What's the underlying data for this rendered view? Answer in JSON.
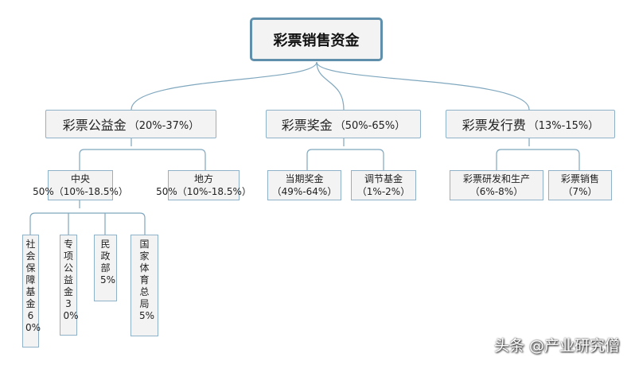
{
  "root": {
    "label": "彩票销售资金"
  },
  "welfare": {
    "label": "彩票公益金",
    "pct": "（20%-37%）",
    "central": "中央50%（10%-18.5%）",
    "local": "地方50%（10%-18.5%）",
    "items": [
      "社会保障基金60%",
      "专项公益金30%",
      "民政部5%",
      "国家体育总局5%"
    ]
  },
  "prize": {
    "label": "彩票奖金",
    "pct": "（50%-65%）",
    "current": "当期奖金（49%-64%）",
    "adjust": "调节基金（1%-2%）"
  },
  "issue": {
    "label": "彩票发行费",
    "pct": "（13%-15%）",
    "rd": "彩票研发和生产（6%-8%）",
    "sales": "彩票销售（7%）"
  },
  "watermark": "头条 @产业研究僧",
  "colors": {
    "link": "#7fa7be",
    "node_border": "#8fb2c9",
    "root_border": "#5f8faa",
    "node_fill": "#f3f3f3"
  }
}
